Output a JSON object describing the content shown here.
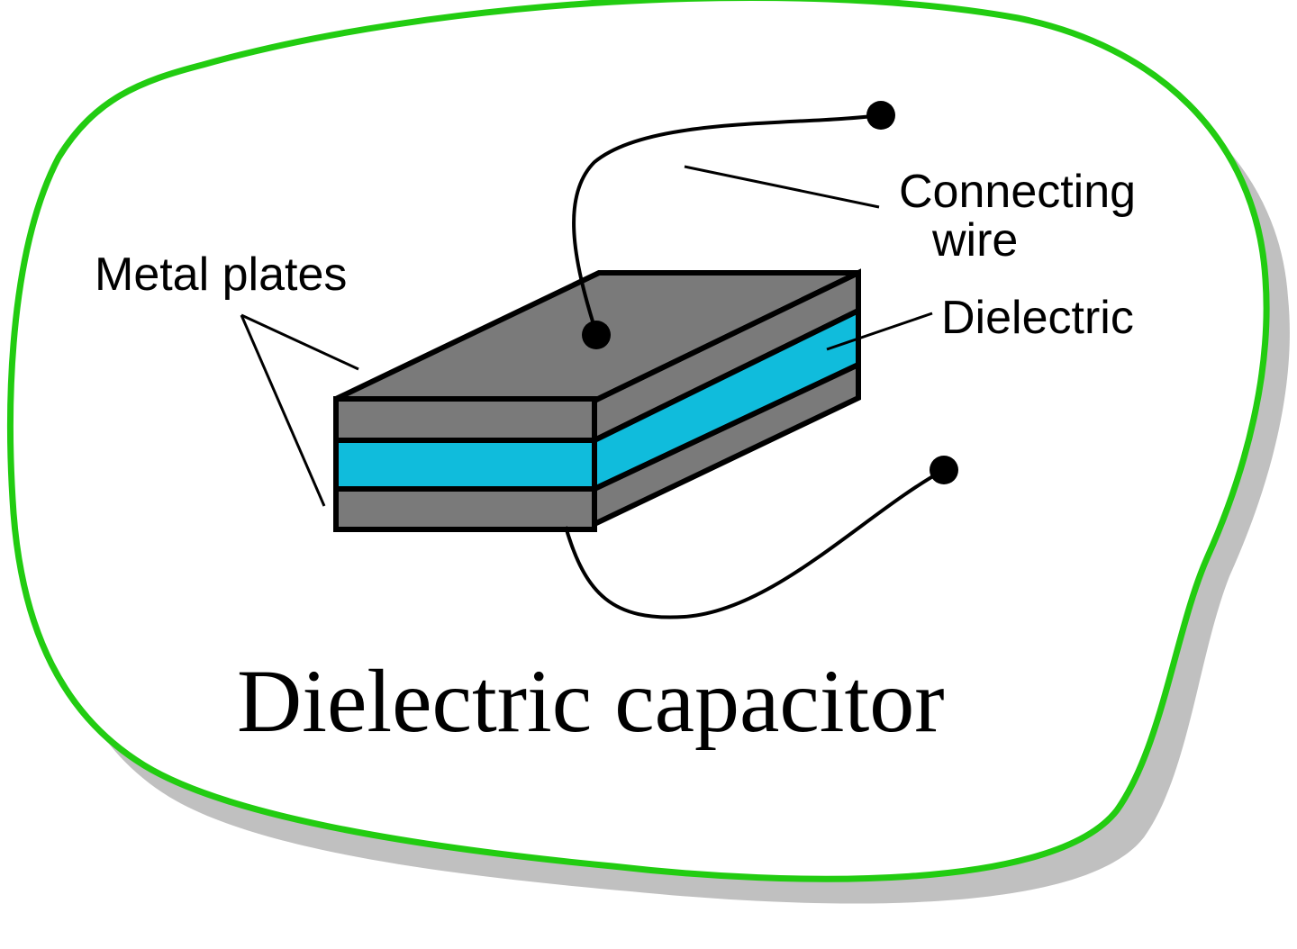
{
  "labels": {
    "metal_plates": "Metal plates",
    "connecting_wire_line1": "Connecting",
    "connecting_wire_line2": "wire",
    "dielectric": "Dielectric"
  },
  "title": "Dielectric capacitor",
  "colors": {
    "outline": "#22cc11",
    "shadow": "#c0c0c0",
    "plate": "#7a7a7a",
    "dielectric": "#10bcdc",
    "ink": "#000000",
    "background": "#ffffff"
  }
}
